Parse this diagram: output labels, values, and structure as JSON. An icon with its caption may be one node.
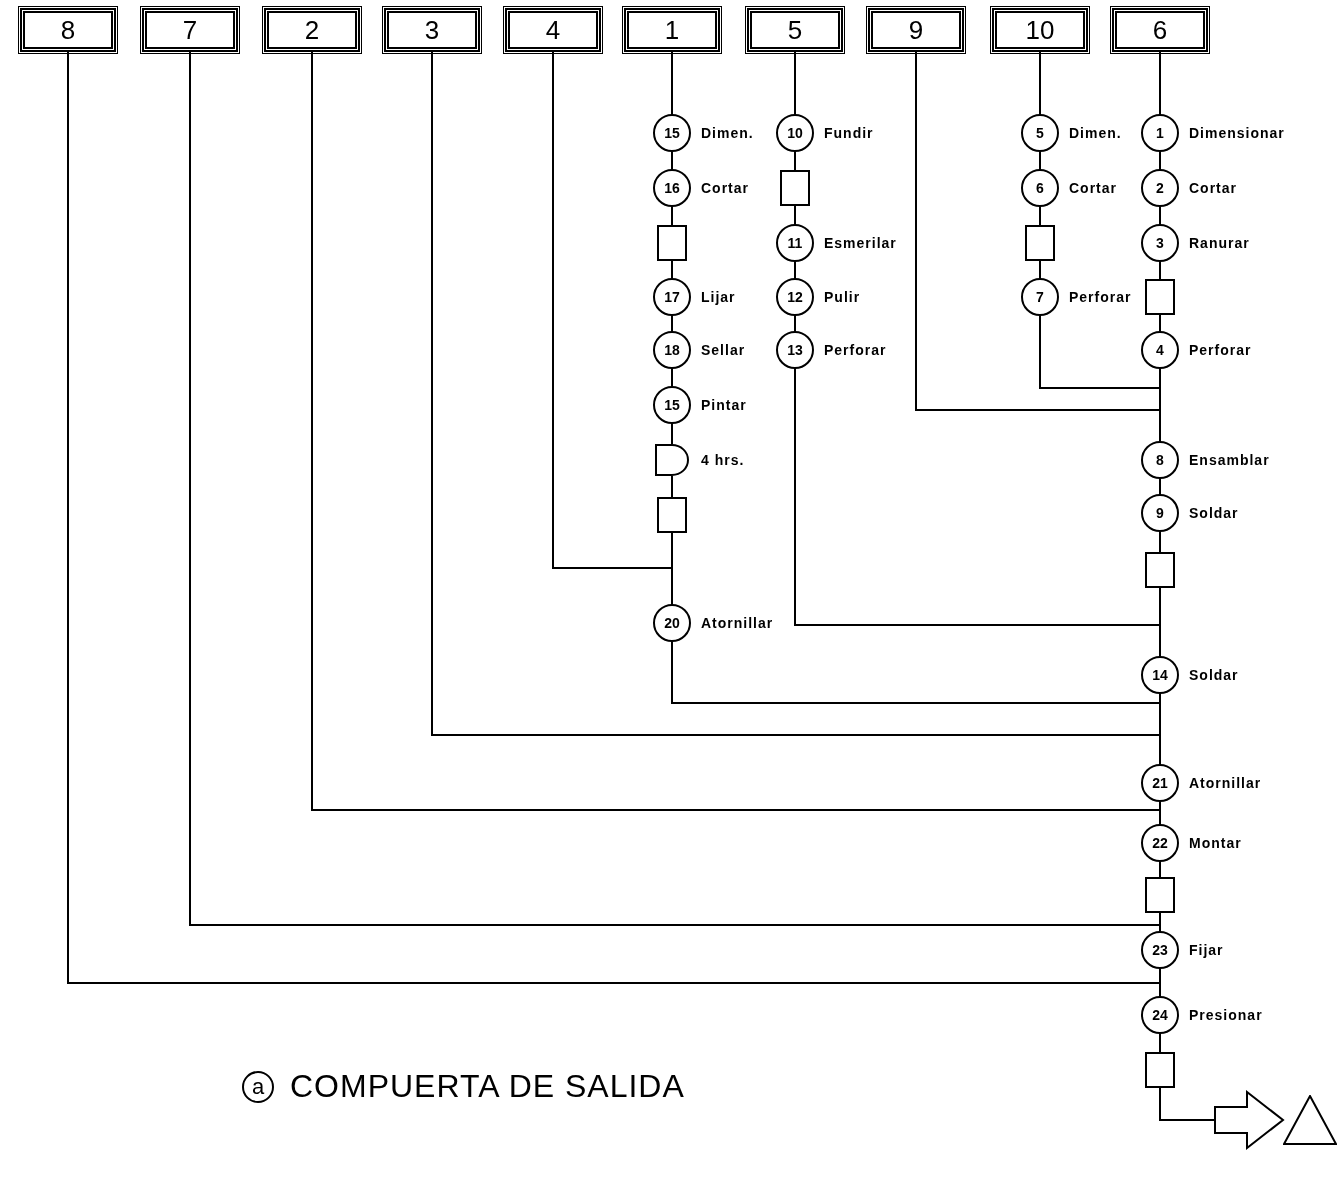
{
  "diagram": {
    "title": "COMPUERTA DE SALIDA",
    "nodes": [
      {
        "text": [
          "8"
        ]
      },
      {
        "text": [
          "7"
        ]
      },
      {
        "text": [
          "2"
        ]
      },
      {
        "text": [
          "3"
        ]
      },
      {
        "text": [
          "4"
        ]
      },
      {
        "text": [
          "1"
        ]
      },
      {
        "text": [
          "5"
        ]
      },
      {
        "text": [
          "9"
        ]
      },
      {
        "text": [
          "10"
        ]
      },
      {
        "text": [
          "6"
        ]
      },
      {
        "text": [
          "15"
        ],
        "beside": [
          "Dimen."
        ]
      },
      {
        "text": [
          "16"
        ],
        "beside": [
          "Cortar"
        ]
      },
      {
        "text": [],
        "shape": "box"
      },
      {
        "text": [
          "17"
        ],
        "beside": [
          "Lijar"
        ]
      },
      {
        "text": [
          "18"
        ],
        "beside": [
          "Sellar"
        ]
      },
      {
        "text": [
          "15"
        ],
        "beside": [
          "Pintar"
        ]
      },
      {
        "text": [],
        "shape": "delay",
        "beside": [
          "4 hrs."
        ]
      },
      {
        "text": [],
        "shape": "box"
      },
      {
        "text": [
          "20"
        ],
        "beside": [
          "Atornillar"
        ]
      },
      {
        "text": [
          "10"
        ],
        "beside": [
          "Fundir"
        ]
      },
      {
        "text": [],
        "shape": "box"
      },
      {
        "text": [
          "11"
        ],
        "beside": [
          "Esmerilar"
        ]
      },
      {
        "text": [
          "12"
        ],
        "beside": [
          "Pulir"
        ]
      },
      {
        "text": [
          "13"
        ],
        "beside": [
          "Perforar"
        ]
      },
      {
        "text": [
          "5"
        ],
        "beside": [
          "Dimen."
        ]
      },
      {
        "text": [
          "6"
        ],
        "beside": [
          "Cortar"
        ]
      },
      {
        "text": [],
        "shape": "box"
      },
      {
        "text": [
          "7"
        ],
        "beside": [
          "Perforar"
        ]
      },
      {
        "text": [
          "1"
        ],
        "beside": [
          "Dimensionar"
        ]
      },
      {
        "text": [
          "2"
        ],
        "beside": [
          "Cortar"
        ]
      },
      {
        "text": [
          "3"
        ],
        "beside": [
          "Ranurar"
        ]
      },
      {
        "text": [],
        "shape": "box"
      },
      {
        "text": [
          "4"
        ],
        "beside": [
          "Perforar"
        ]
      },
      {
        "text": [
          "8"
        ],
        "beside": [
          "Ensamblar"
        ]
      },
      {
        "text": [
          "9"
        ],
        "beside": [
          "Soldar"
        ]
      },
      {
        "text": [],
        "shape": "box"
      },
      {
        "text": [
          "14"
        ],
        "beside": [
          "Soldar"
        ]
      },
      {
        "text": [
          "21"
        ],
        "beside": [
          "Atornillar"
        ]
      },
      {
        "text": [
          "22"
        ],
        "beside": [
          "Montar"
        ]
      },
      {
        "text": [],
        "shape": "box"
      },
      {
        "text": [
          "23"
        ],
        "beside": [
          "Fijar"
        ]
      },
      {
        "text": [
          "24"
        ],
        "beside": [
          "Presionar"
        ]
      },
      {
        "text": [],
        "shape": "box"
      },
      {
        "text": [],
        "shape": "triangle"
      }
    ],
    "edges": [
      {
        "from": 5,
        "to": 10,
        "arrow": "none"
      },
      {
        "from": 10,
        "to": 11,
        "arrow": "none"
      },
      {
        "from": 11,
        "to": 12,
        "arrow": "none"
      },
      {
        "from": 12,
        "to": 13,
        "arrow": "none"
      },
      {
        "from": 13,
        "to": 14,
        "arrow": "none"
      },
      {
        "from": 14,
        "to": 15,
        "arrow": "none"
      },
      {
        "from": 15,
        "to": 16,
        "arrow": "none"
      },
      {
        "from": 16,
        "to": 17,
        "arrow": "none"
      },
      {
        "from": 17,
        "to": 18,
        "arrow": "none"
      },
      {
        "from": 4,
        "to": 18,
        "arrow": "none"
      },
      {
        "from": 6,
        "to": 19,
        "arrow": "none"
      },
      {
        "from": 19,
        "to": 20,
        "arrow": "none"
      },
      {
        "from": 20,
        "to": 21,
        "arrow": "none"
      },
      {
        "from": 21,
        "to": 22,
        "arrow": "none"
      },
      {
        "from": 22,
        "to": 23,
        "arrow": "none"
      },
      {
        "from": 23,
        "to": 36,
        "arrow": "none"
      },
      {
        "from": 8,
        "to": 24,
        "arrow": "none"
      },
      {
        "from": 24,
        "to": 25,
        "arrow": "none"
      },
      {
        "from": 25,
        "to": 26,
        "arrow": "none"
      },
      {
        "from": 26,
        "to": 27,
        "arrow": "none"
      },
      {
        "from": 27,
        "to": 33,
        "arrow": "none"
      },
      {
        "from": 9,
        "to": 28,
        "arrow": "none"
      },
      {
        "from": 28,
        "to": 29,
        "arrow": "none"
      },
      {
        "from": 29,
        "to": 30,
        "arrow": "none"
      },
      {
        "from": 30,
        "to": 31,
        "arrow": "none"
      },
      {
        "from": 31,
        "to": 32,
        "arrow": "none"
      },
      {
        "from": 32,
        "to": 33,
        "arrow": "none"
      },
      {
        "from": 7,
        "to": 33,
        "arrow": "none"
      },
      {
        "from": 33,
        "to": 34,
        "arrow": "none"
      },
      {
        "from": 34,
        "to": 35,
        "arrow": "none"
      },
      {
        "from": 35,
        "to": 36,
        "arrow": "none"
      },
      {
        "from": 36,
        "to": 37,
        "arrow": "none"
      },
      {
        "from": 18,
        "to": 37,
        "arrow": "none"
      },
      {
        "from": 3,
        "to": 37,
        "arrow": "none"
      },
      {
        "from": 37,
        "to": 38,
        "arrow": "none"
      },
      {
        "from": 2,
        "to": 38,
        "arrow": "none"
      },
      {
        "from": 38,
        "to": 39,
        "arrow": "none"
      },
      {
        "from": 39,
        "to": 40,
        "arrow": "none"
      },
      {
        "from": 1,
        "to": 40,
        "arrow": "none"
      },
      {
        "from": 40,
        "to": 41,
        "arrow": "none"
      },
      {
        "from": 0,
        "to": 41,
        "arrow": "none"
      },
      {
        "from": 41,
        "to": 42,
        "arrow": "none"
      },
      {
        "from": 42,
        "to": 43,
        "arrow": "to"
      }
    ],
    "labels": [
      "a"
    ]
  }
}
